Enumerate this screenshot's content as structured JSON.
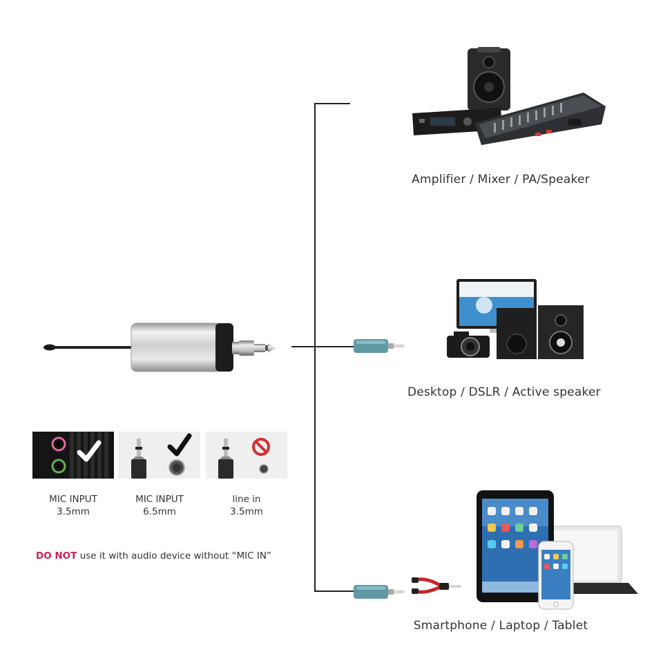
{
  "devices": [
    {
      "label": "Amplifier / Mixer / PA/Speaker"
    },
    {
      "label": "Desktop / DSLR / Active speaker"
    },
    {
      "label": "Smartphone / Laptop / Tablet"
    }
  ],
  "inputs": [
    {
      "line1": "MIC INPUT",
      "line2": "3.5mm",
      "status": "supported"
    },
    {
      "line1": "MIC INPUT",
      "line2": "6.5mm",
      "status": "supported"
    },
    {
      "line1": "line in",
      "line2": "3.5mm",
      "status": "not-supported"
    }
  ],
  "note": {
    "warning": "DO NOT",
    "text": " use it with audio device without “MIC IN”"
  },
  "colors": {
    "warning": "#d2204f",
    "adapter": "#5f9aa3",
    "lines": "#222222"
  }
}
